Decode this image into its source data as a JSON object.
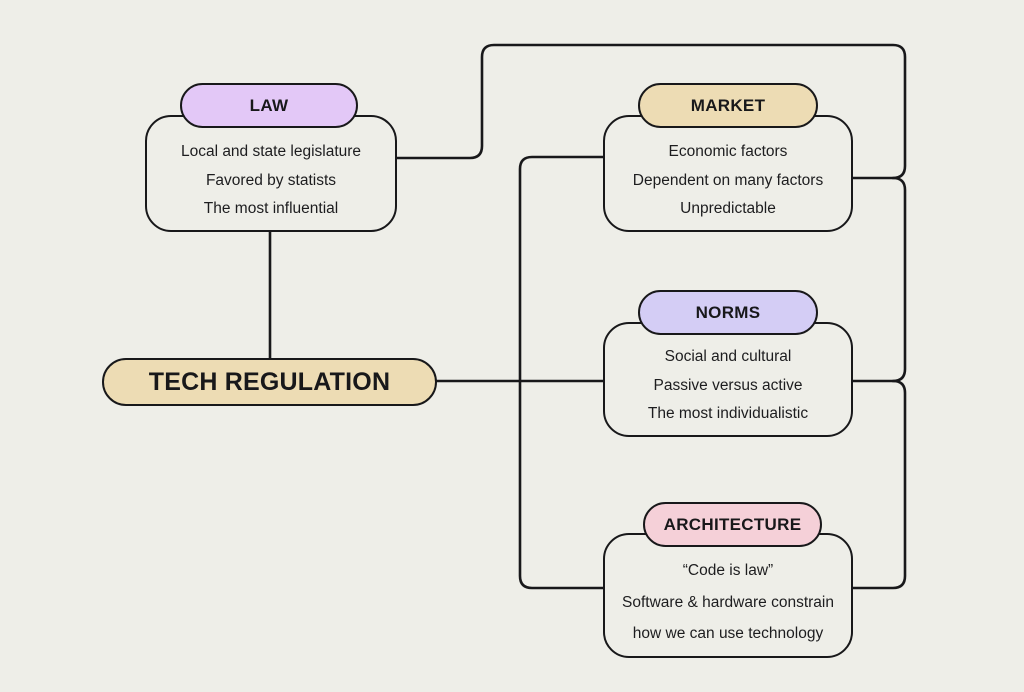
{
  "diagram": {
    "title": "Tech Regulation",
    "background_color": "#eeeee8",
    "line_color": "#18181a",
    "root": {
      "label": "TECH REGULATION",
      "color": "#eddcb4"
    },
    "branches": [
      {
        "id": "law",
        "label": "LAW",
        "color": "#e3c8f7",
        "lines": [
          "Local and state legislature",
          "Favored by statists",
          "The most influential"
        ]
      },
      {
        "id": "market",
        "label": "MARKET",
        "color": "#eddcb4",
        "lines": [
          "Economic factors",
          "Dependent on many factors",
          "Unpredictable"
        ]
      },
      {
        "id": "norms",
        "label": "NORMS",
        "color": "#d4cdf5",
        "lines": [
          "Social and cultural",
          "Passive versus active",
          "The most individualistic"
        ]
      },
      {
        "id": "architecture",
        "label": "ARCHITECTURE",
        "color": "#f5d0d8",
        "lines": [
          "“Code is law”",
          "Software & hardware constrain",
          "how we can use technology"
        ]
      }
    ]
  }
}
